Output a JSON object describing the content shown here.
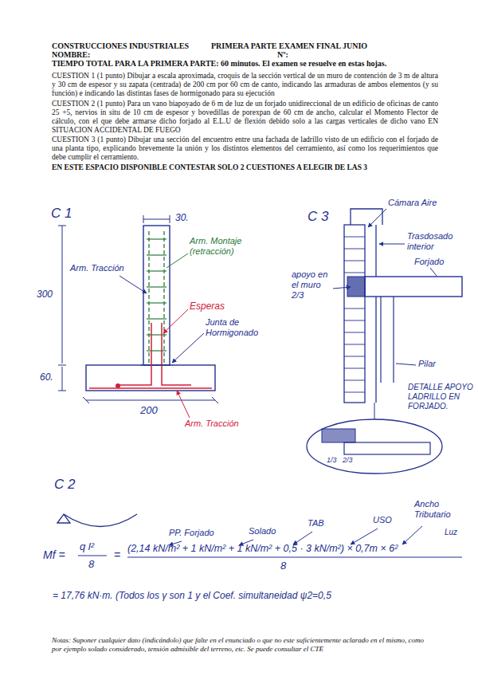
{
  "diagram": {
    "title": "CONSTRUCCIONES INDUSTRIALES",
    "labels": [
      "PRIMERA PARTE EXAMEN FINAL JUNIO",
      "NOMBRE:",
      "Nº:",
      "TIEMPO TOTAL PARA LA PRIMERA PARTE: 60 minutos. El examen se resuelve en estas hojas.",
      "CUESTION 1 (1 punto) Dibujar a escala aproximada, croquis de la sección vertical de un muro de contención de 3 m de altura y 30 cm de espesor y su zapata (centrada) de 200 cm por 60 cm de canto, indicando las armaduras de ambos elementos (y su función) e indicando las distintas fases de hormigonado para su ejecución",
      "CUESTION 2 (1 punto) Para un vano biapoyado de 6 m de luz de un forjado unidireccional de un edificio de oficinas de canto 25 +5, nervios in situ de 10 cm de espesor y bovedillas de porexpan de 60 cm de ancho, calcular el Momento Flector de cálculo, con el que debe armarse dicho forjado al E.L.U de flexión debido solo a las cargas verticales de dicho vano EN SITUACION ACCIDENTAL DE FUEGO",
      "CUESTION 3 (1 punto) Dibujar una sección del encuentro entre una fachada de ladrillo visto de un edificio con el forjado de una planta tipo, explicando brevemente la unión y los distintos elementos del cerramiento, así como los requerimientos que debe cumplir el cerramiento.",
      "EN ESTE ESPACIO DISPONIBLE CONTESTAR SOLO 2 CUESTIONES A ELEGIR DE LAS 3",
      "C 1",
      "30.",
      "Arm. Tracción",
      "Arm. Montaje (retracción)",
      "300",
      "Esperas",
      "Junta de Hormigonado",
      "60.",
      "200",
      "Arm. Tracción",
      "C 3",
      "Cámara Aire",
      "Trasdosado interior",
      "Forjado",
      "apoyo en el muro 2/3",
      "Pilar",
      "DETALLE APOYO LADRILLO EN FORJADO.",
      "1/3",
      "2/3",
      "C 2",
      "PP. Forjado",
      "Solado",
      "TAB",
      "USO",
      "Ancho Tributario",
      "Luz",
      "Mf =",
      "q l²",
      "8",
      "=",
      "(2,14 kN/m² + 1 kN/m² + 1 kN/m² + 0,5 · 3 kN/m²) × 0,7m × 6²",
      "8",
      "= 17,76 kN·m. (Todos los γ son 1 y el Coef. simultaneidad ψ2=0,5",
      "Notas: Suponer cualquier dato (indicándolo) que falte en el enunciado o que no este suficientemente aclarado en el mismo, como por ejemplo solado considerado, tensión admisible del terreno, etc. Se puede consultar el CTE"
    ]
  }
}
